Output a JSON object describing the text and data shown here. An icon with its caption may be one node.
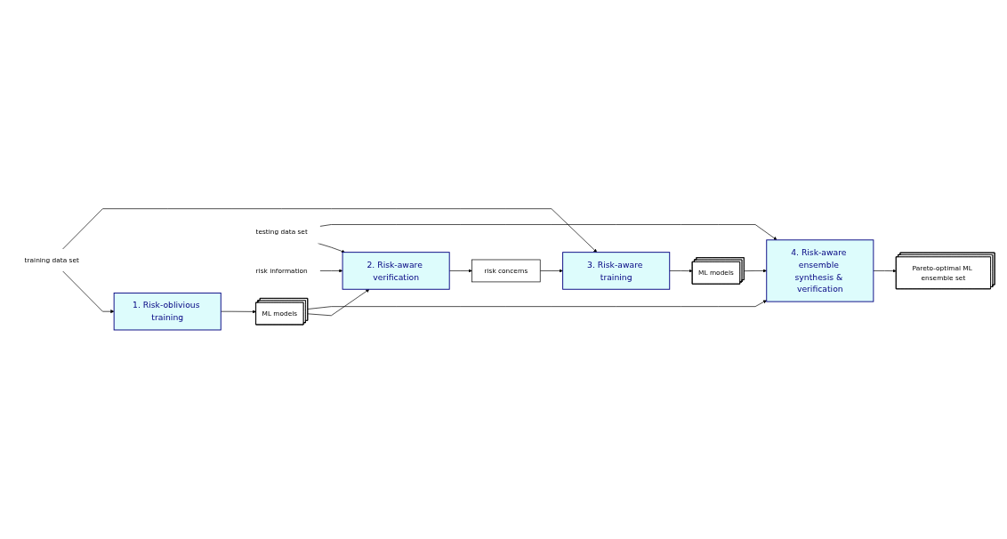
{
  "diagram": {
    "nodes": [
      {
        "text": [
          "training data set"
        ]
      },
      {
        "text": [
          "1. Risk-oblivious training"
        ]
      },
      {
        "text": [
          "ML models"
        ]
      },
      {
        "text": [
          "testing data set"
        ]
      },
      {
        "text": [
          "2. Risk-aware verification"
        ]
      },
      {
        "text": [
          "risk concerns"
        ]
      },
      {
        "text": [
          "risk information"
        ]
      },
      {
        "text": [
          "3. Risk-aware training"
        ]
      },
      {
        "text": [
          "ML models"
        ]
      },
      {
        "text": [
          "4. Risk-aware ensemble synthesis & verification"
        ]
      },
      {
        "text": [
          "Pareto-optimal ML ensemble set"
        ]
      }
    ],
    "edges": [
      {
        "from": 0,
        "to": 1,
        "arrow": "to"
      },
      {
        "from": 0,
        "to": 7,
        "arrow": "to"
      },
      {
        "from": 1,
        "to": 2,
        "arrow": "to"
      },
      {
        "from": 2,
        "to": 4,
        "arrow": "to"
      },
      {
        "from": 2,
        "to": 9,
        "arrow": "to"
      },
      {
        "from": 3,
        "to": 4,
        "arrow": "to"
      },
      {
        "from": 3,
        "to": 9,
        "arrow": "to"
      },
      {
        "from": 6,
        "to": 4,
        "arrow": "to"
      },
      {
        "from": 4,
        "to": 5,
        "arrow": "to"
      },
      {
        "from": 5,
        "to": 7,
        "arrow": "to"
      },
      {
        "from": 7,
        "to": 8,
        "arrow": "to"
      },
      {
        "from": 8,
        "to": 9,
        "arrow": "to"
      },
      {
        "from": 9,
        "to": 10,
        "arrow": "to"
      }
    ]
  }
}
